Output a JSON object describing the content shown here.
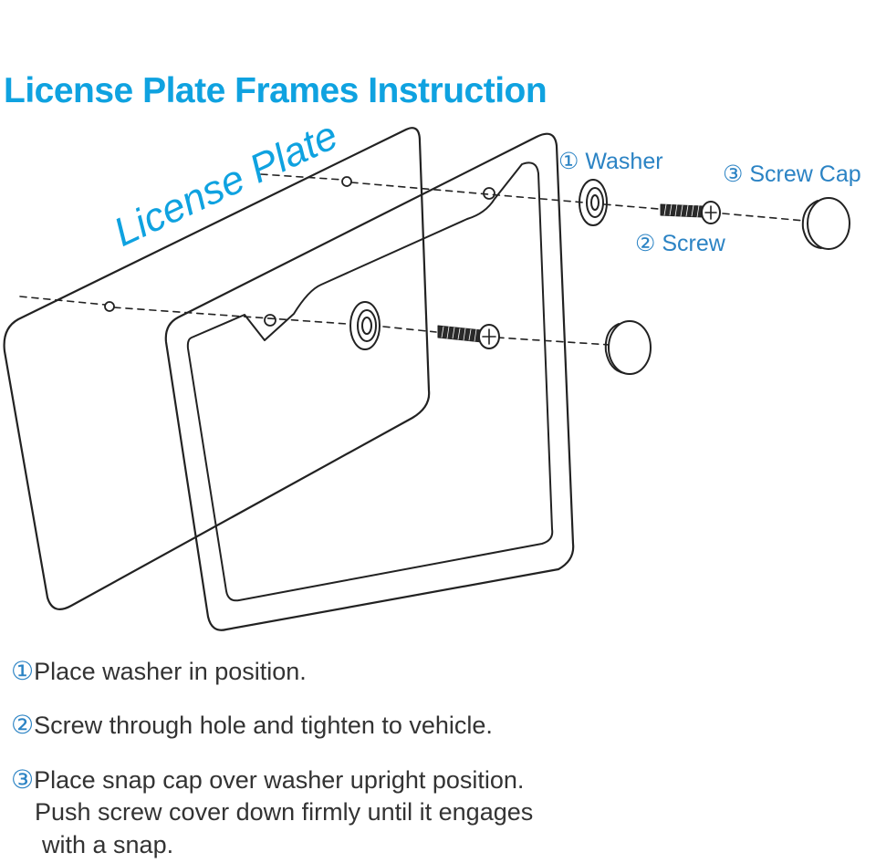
{
  "title": "License Plate Frames Instruction",
  "plate_label": "License Plate",
  "parts": {
    "washer": "① Washer",
    "screw": "② Screw",
    "screw_cap": "③ Screw Cap"
  },
  "steps": [
    {
      "num": "①",
      "text": "Place washer in position."
    },
    {
      "num": "②",
      "text": "Screw through hole and tighten to vehicle."
    },
    {
      "num": "③",
      "text": "Place snap cap over washer upright position.",
      "line2": "Push screw cover down firmly until it engages",
      "line3": "with a snap."
    }
  ],
  "colors": {
    "accent": "#0fa2e0",
    "line": "#222222",
    "text": "#333333",
    "number": "#2b83c4"
  },
  "icons": [
    "washer-icon",
    "screw-icon",
    "screw-cap-icon"
  ]
}
